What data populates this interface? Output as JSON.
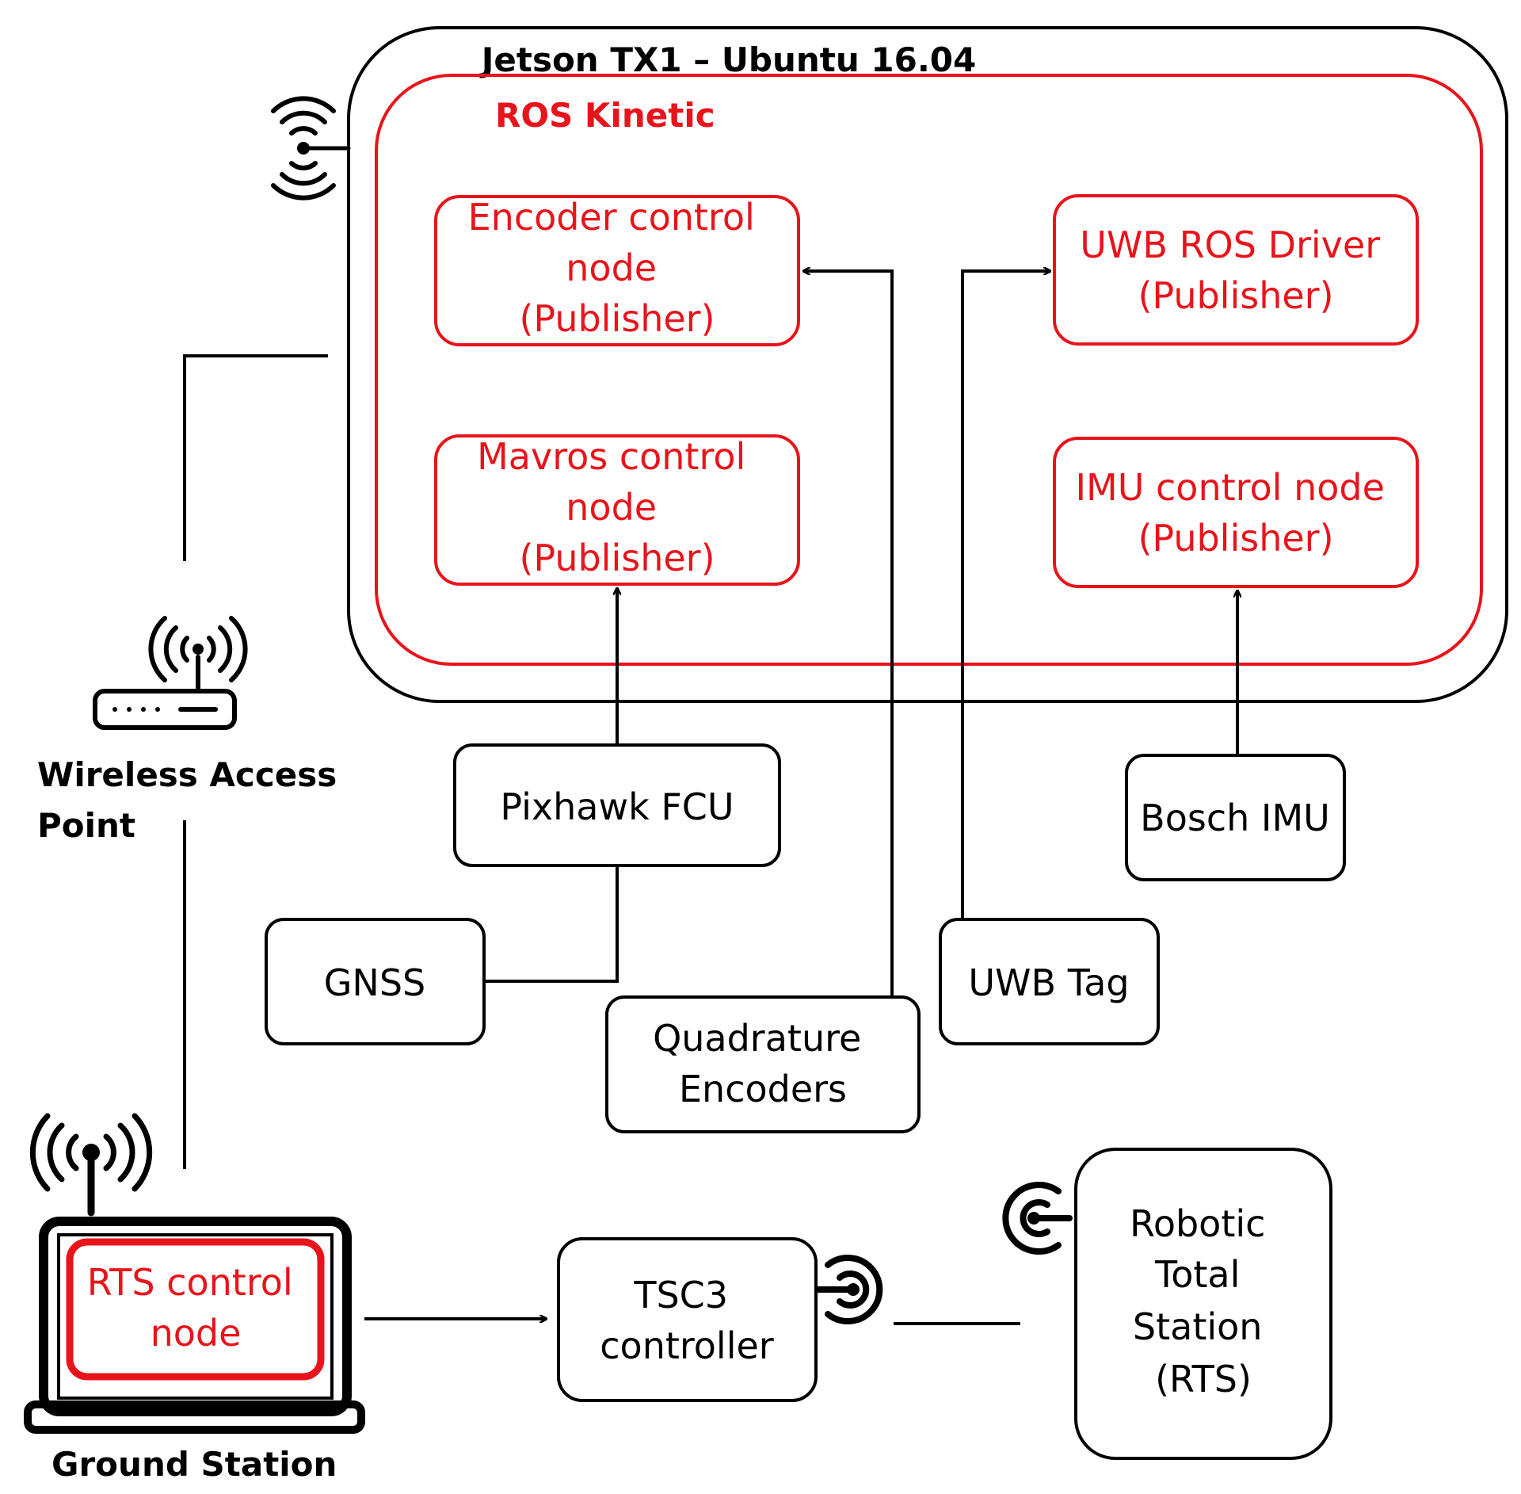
{
  "colors": {
    "ros_red": "#e8141b",
    "line_black": "#000000",
    "background": "#ffffff"
  },
  "jetson": {
    "title": "Jetson TX1 – Ubuntu 16.04"
  },
  "ros": {
    "title": "ROS Kinetic",
    "nodes": {
      "encoder": [
        "Encoder control",
        "node",
        "(Publisher)"
      ],
      "mavros": [
        "Mavros control",
        "node",
        "(Publisher)"
      ],
      "uwb_driver": [
        "UWB ROS Driver",
        "(Publisher)"
      ],
      "imu_node": [
        "IMU control node",
        "(Publisher)"
      ]
    }
  },
  "hardware": {
    "pixhawk": [
      "Pixhawk FCU"
    ],
    "bosch": [
      "Bosch IMU"
    ],
    "gnss": [
      "GNSS"
    ],
    "uwb_tag": [
      "UWB Tag"
    ],
    "quadrature": [
      "Quadrature",
      "Encoders"
    ],
    "tsc3": [
      "TSC3",
      "controller"
    ],
    "rts": [
      "Robotic",
      "Total",
      "Station",
      "(RTS)"
    ]
  },
  "ground_station": {
    "node": [
      "RTS control",
      "node"
    ],
    "label": "Ground Station"
  },
  "access_point": {
    "label": [
      "Wireless Access",
      "Point"
    ]
  },
  "icons": [
    "wifi-signal-icon",
    "wireless-router-icon",
    "laptop-icon",
    "laptop-antenna-icon",
    "tsc3-signal-icon",
    "rts-signal-icon"
  ]
}
